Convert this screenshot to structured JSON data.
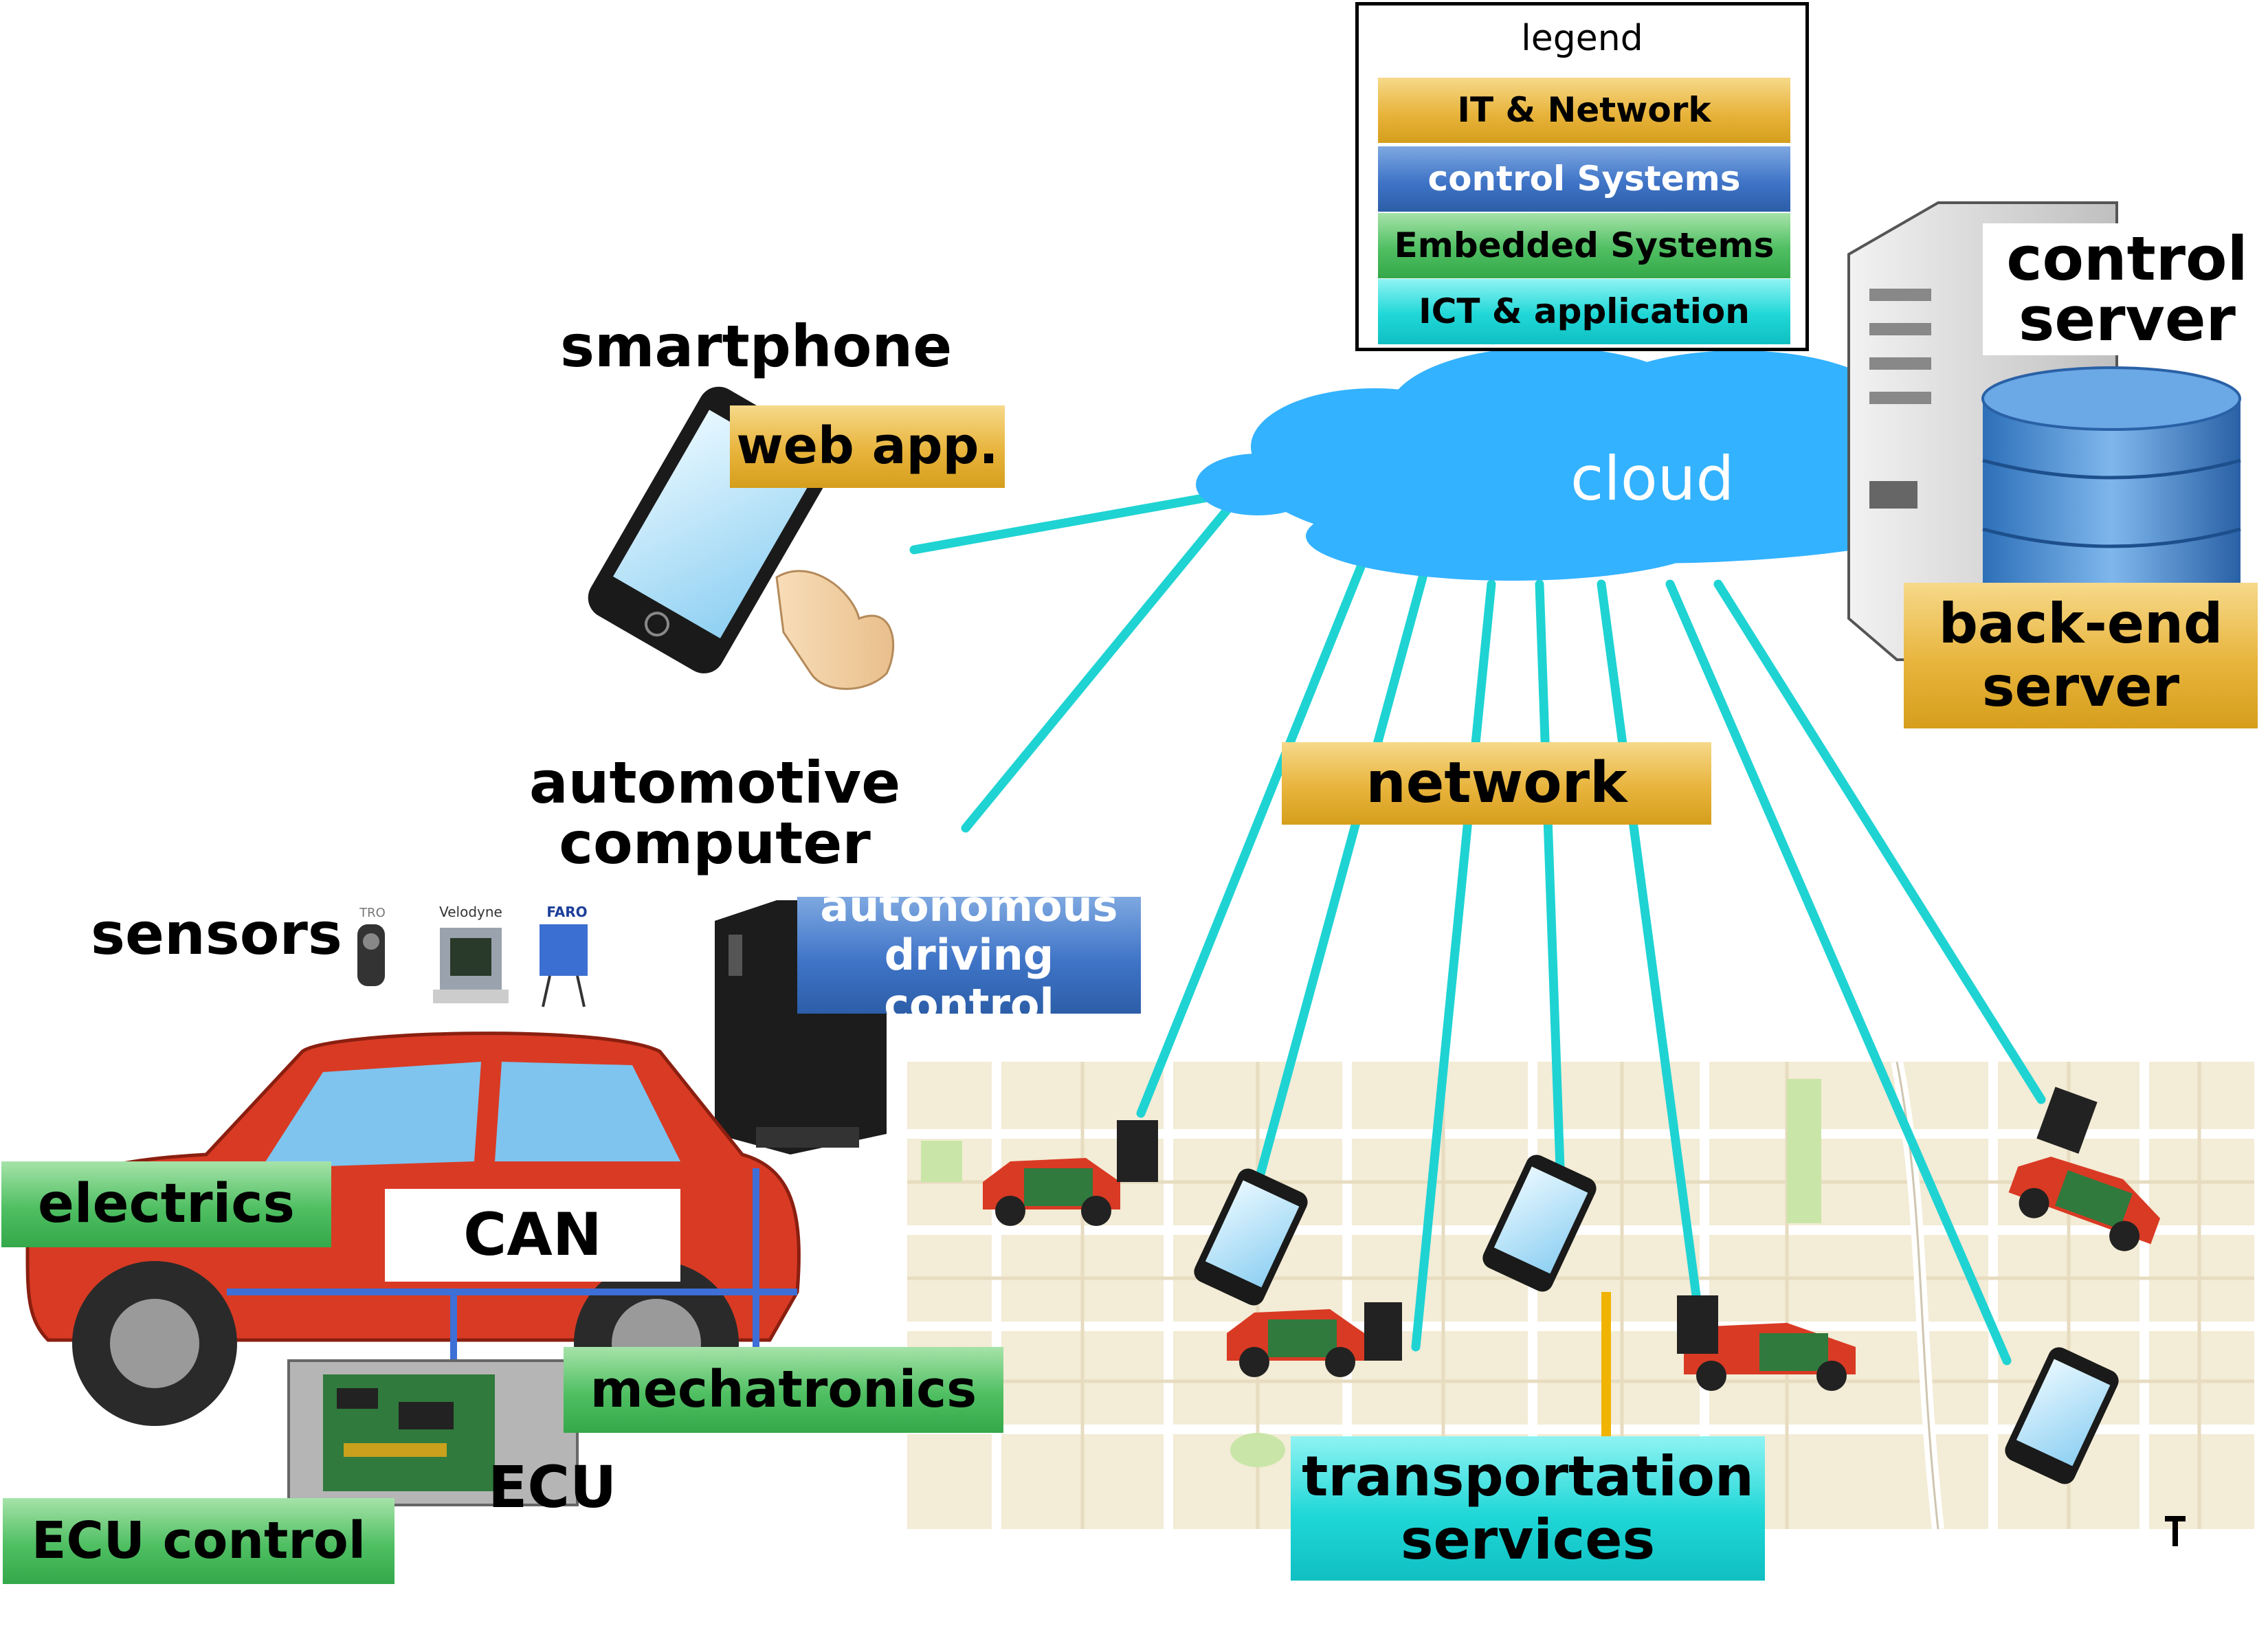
{
  "legend": {
    "title": "legend",
    "items": [
      {
        "label": "IT & Network",
        "color": "#e8b43c"
      },
      {
        "label": "control Systems",
        "color": "#3f74c7"
      },
      {
        "label": "Embedded Systems",
        "color": "#4fbf62"
      },
      {
        "label": "ICT & application",
        "color": "#1fd7d7"
      }
    ]
  },
  "nodes": {
    "smartphone": "smartphone",
    "web_app": "web app.",
    "cloud": "cloud",
    "control_server": "control\nserver",
    "backend_server": "back-end\nserver",
    "network": "network",
    "automotive_computer": "automotive\ncomputer",
    "autonomous_driving_control": "autonomous\ndriving control",
    "sensors": "sensors",
    "sensor_brands": [
      "TRO",
      "Velodyne",
      "FARO"
    ],
    "electrics": "electrics",
    "can": "CAN",
    "mechatronics": "mechatronics",
    "ecu": "ECU",
    "ecu_control": "ECU control",
    "transportation_services": "transportation\nservices"
  },
  "colors": {
    "link_line": "#1fd3d3",
    "cloud": "#33b2ff",
    "car_body": "#d93a24",
    "can_bus": "#3d6fd6"
  }
}
